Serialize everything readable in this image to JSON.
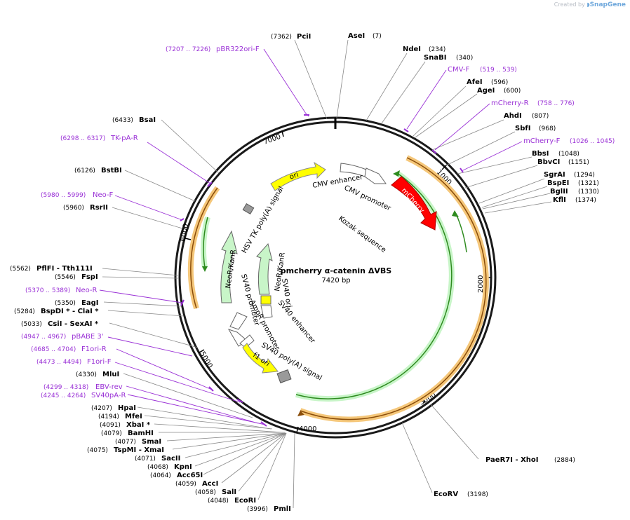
{
  "brand": {
    "created_by": "Created by",
    "name": "SnapGene"
  },
  "plasmid": {
    "name": "pmcherry α-catenin ΔVBS",
    "length": "7420 bp"
  },
  "ticks": [
    "1000",
    "2000",
    "3000",
    "4000",
    "5000",
    "6000",
    "7000"
  ],
  "sites": [
    {
      "name": "PciI",
      "pos": "(7362)"
    },
    {
      "name": "AseI",
      "pos": "(7)"
    },
    {
      "name": "NdeI",
      "pos": "(234)"
    },
    {
      "name": "SnaBI",
      "pos": "(340)"
    },
    {
      "name": "AfeI",
      "pos": "(596)"
    },
    {
      "name": "AgeI",
      "pos": "(600)"
    },
    {
      "name": "AhdI",
      "pos": "(807)"
    },
    {
      "name": "SbfI",
      "pos": "(968)"
    },
    {
      "name": "BbsI",
      "pos": "(1048)"
    },
    {
      "name": "BbvCI",
      "pos": "(1151)"
    },
    {
      "name": "SgrAI",
      "pos": "(1294)"
    },
    {
      "name": "BspEI",
      "pos": "(1321)"
    },
    {
      "name": "BglII",
      "pos": "(1330)"
    },
    {
      "name": "KflI",
      "pos": "(1374)"
    },
    {
      "name": "PaeR7I - XhoI",
      "pos": "(2884)"
    },
    {
      "name": "EcoRV",
      "pos": "(3198)"
    },
    {
      "name": "PmlI",
      "pos": "(3996)"
    },
    {
      "name": "EcoRI",
      "pos": "(4048)"
    },
    {
      "name": "SalI",
      "pos": "(4058)"
    },
    {
      "name": "AccI",
      "pos": "(4059)"
    },
    {
      "name": "Acc65I",
      "pos": "(4064)"
    },
    {
      "name": "KpnI",
      "pos": "(4068)"
    },
    {
      "name": "SacII",
      "pos": "(4071)"
    },
    {
      "name": "TspMI - XmaI",
      "pos": "(4075)"
    },
    {
      "name": "SmaI",
      "pos": "(4077)"
    },
    {
      "name": "BamHI",
      "pos": "(4079)"
    },
    {
      "name": "XbaI *",
      "pos": "(4091)"
    },
    {
      "name": "MfeI",
      "pos": "(4194)"
    },
    {
      "name": "HpaI",
      "pos": "(4207)"
    },
    {
      "name": "MluI",
      "pos": "(4330)"
    },
    {
      "name": "CsiI - SexAI *",
      "pos": "(5033)"
    },
    {
      "name": "BspDI * - ClaI *",
      "pos": "(5284)"
    },
    {
      "name": "EagI",
      "pos": "(5350)"
    },
    {
      "name": "FspI",
      "pos": "(5546)"
    },
    {
      "name": "PflFI - Tth111I",
      "pos": "(5562)"
    },
    {
      "name": "RsrII",
      "pos": "(5960)"
    },
    {
      "name": "BstBI",
      "pos": "(6126)"
    },
    {
      "name": "BsaI",
      "pos": "(6433)"
    }
  ],
  "primers": [
    {
      "name": "pBR322ori-F",
      "pos": "(7207 .. 7226)"
    },
    {
      "name": "CMV-F",
      "pos": "(519 .. 539)"
    },
    {
      "name": "mCherry-R",
      "pos": "(758 .. 776)"
    },
    {
      "name": "mCherry-F",
      "pos": "(1026 .. 1045)"
    },
    {
      "name": "TK-pA-R",
      "pos": "(6298 .. 6317)"
    },
    {
      "name": "Neo-F",
      "pos": "(5980 .. 5999)"
    },
    {
      "name": "Neo-R",
      "pos": "(5370 .. 5389)"
    },
    {
      "name": "pBABE 3'",
      "pos": "(4947 .. 4967)"
    },
    {
      "name": "F1ori-R",
      "pos": "(4685 .. 4704)"
    },
    {
      "name": "F1ori-F",
      "pos": "(4473 .. 4494)"
    },
    {
      "name": "EBV-rev",
      "pos": "(4299 .. 4318)"
    },
    {
      "name": "SV40pA-R",
      "pos": "(4245 .. 4264)"
    }
  ],
  "features": {
    "ori": "ori",
    "cmv_enhancer": "CMV enhancer",
    "cmv_promoter": "CMV promoter",
    "kozak": "Kozak sequence",
    "mcherry": "mCherry",
    "hsv_tk": "HSV TK poly(A) signal",
    "neor_1": "NeoR/KanR",
    "neor_2": "NeoR/KanR",
    "sv40_ori": "SV40 ori",
    "sv40_promoter": "SV40 promoter",
    "ampr_promoter": "AmpR promoter",
    "sv40_enhancer": "SV40 enhancer",
    "sv40_polya": "SV40 poly(A) signal",
    "f1_ori": "f1 ori"
  },
  "colors": {
    "backbone": "#1a1a1a",
    "ori": "#ffff00",
    "mcherry": "#ff0000",
    "neor": "#c8f5c8",
    "orf_orange": "#f5c77a",
    "orf_green": "#2e8b1f",
    "primer": "#9a31d6",
    "promoter": "#ffffff"
  }
}
